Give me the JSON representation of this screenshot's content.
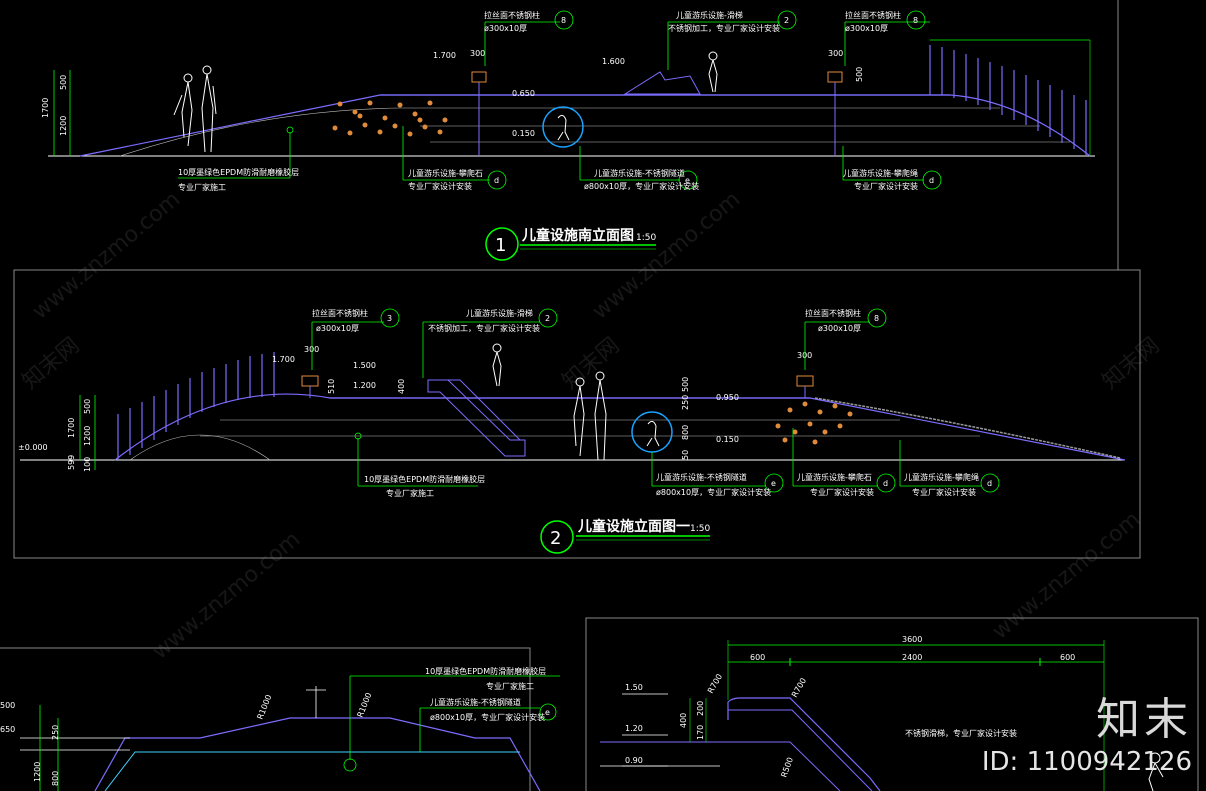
{
  "drawing1": {
    "number": "1",
    "title": "儿童设施南立面图",
    "scale": "1:50",
    "dims": [
      "1700",
      "500",
      "1200",
      "300",
      "300",
      "1.700",
      "1.600",
      "0.650",
      "0.150",
      "500"
    ],
    "labels": {
      "a": "拉丝面不锈钢柱",
      "a2": "ø300x10厚",
      "b": "儿童游乐设施-滑梯",
      "b2": "不锈钢加工，专业厂家设计安装",
      "c": "拉丝面不锈钢柱",
      "c2": "ø300x10厚",
      "d": "10厚墨绿色EPDM防滑耐磨橡胶层",
      "d2": "专业厂家施工",
      "e": "儿童游乐设施-攀爬石",
      "e2": "专业厂家设计安装",
      "f": "儿童游乐设施-不锈钢隧道",
      "f2": "ø800x10厚，专业厂家设计安装",
      "g": "儿童游乐设施-攀爬绳",
      "g2": "专业厂家设计安装"
    },
    "bubbles": [
      "8",
      "2",
      "8",
      "d",
      "e",
      "d"
    ]
  },
  "drawing2": {
    "number": "2",
    "title": "儿童设施立面图一",
    "scale": "1:50",
    "dims": [
      "±0.000",
      "1700",
      "500",
      "1200",
      "599",
      "100",
      "300",
      "1.700",
      "510",
      "1.500",
      "1.200",
      "400",
      "500",
      "250",
      "800",
      "50",
      "0.950",
      "0.150",
      "300"
    ],
    "labels": {
      "a": "拉丝面不锈钢柱",
      "a2": "ø300x10厚",
      "b": "儿童游乐设施-滑梯",
      "b2": "不锈钢加工，专业厂家设计安装",
      "c": "拉丝面不锈钢柱",
      "c2": "ø300x10厚",
      "d": "10厚墨绿色EPDM防滑耐磨橡胶层",
      "d2": "专业厂家施工",
      "e": "儿童游乐设施-不锈钢隧道",
      "e2": "ø800x10厚，专业厂家设计安装",
      "f": "儿童游乐设施-攀爬石",
      "f2": "专业厂家设计安装",
      "g": "儿童游乐设施-攀爬绳",
      "g2": "专业厂家设计安装"
    },
    "bubbles": [
      "3",
      "2",
      "8",
      "e",
      "d",
      "d"
    ]
  },
  "drawing3": {
    "dims": [
      "500",
      "650",
      "1200",
      "800",
      "250",
      "R1000",
      "R1000"
    ],
    "labels": {
      "a": "10厚墨绿色EPDM防滑耐磨橡胶层",
      "a2": "专业厂家施工",
      "b": "儿童游乐设施-不锈钢隧道",
      "b2": "ø800x10厚，专业厂家设计安装"
    },
    "bubble": "e"
  },
  "drawing4": {
    "dims": [
      "3600",
      "600",
      "2400",
      "600",
      "1.50",
      "1.20",
      "0.90",
      "400",
      "200",
      "170",
      "R700",
      "R700",
      "R500"
    ],
    "label": "不锈钢滑梯，专业厂家设计安装"
  },
  "brand": {
    "logo": "知末",
    "id": "ID: 1100942126"
  },
  "watermark": "www.znzmo.com",
  "watermark_cn": "知末网"
}
